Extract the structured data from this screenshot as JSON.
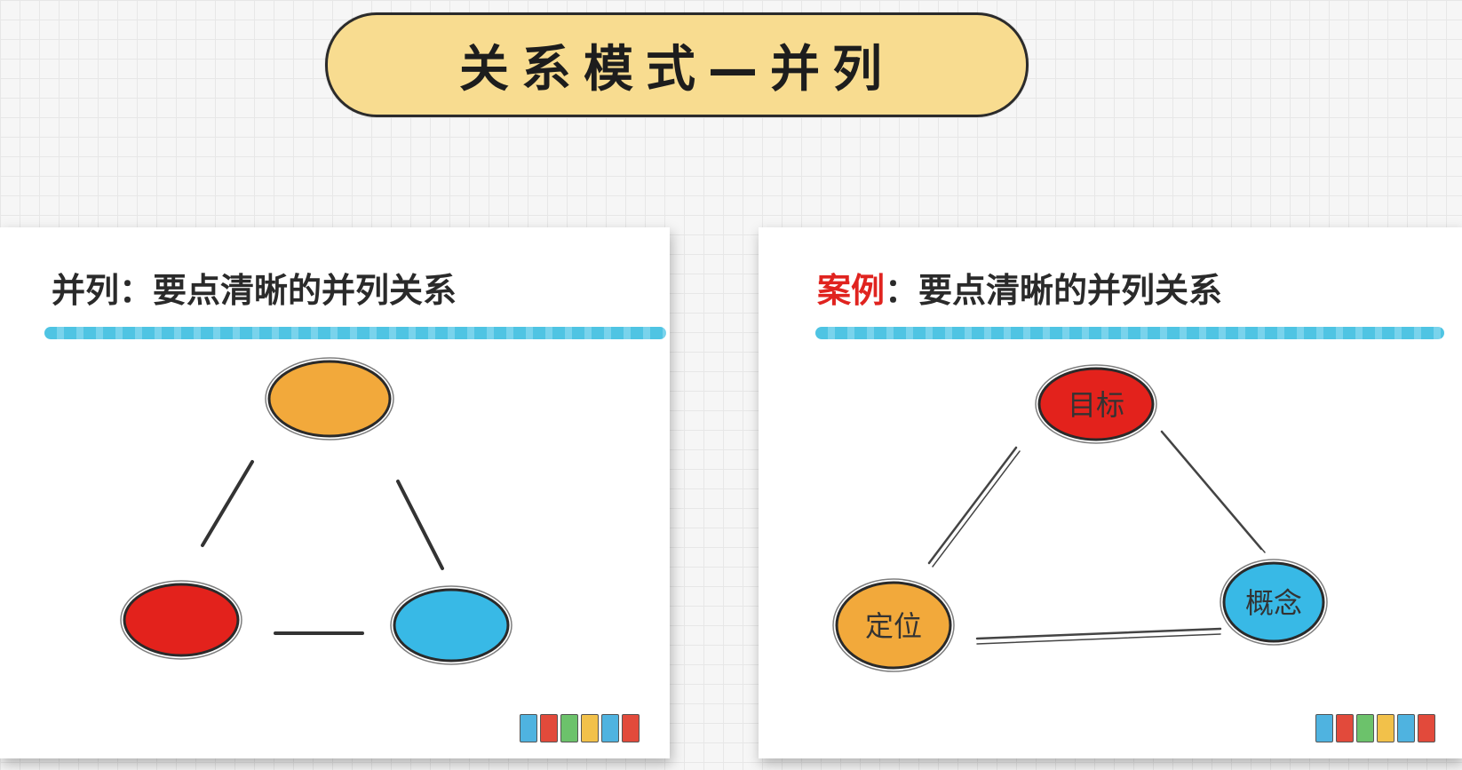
{
  "title": "关系模式—并列",
  "panels": [
    {
      "heading_prefix": "并列",
      "heading_sep": "：",
      "heading_rest": "要点清晰的并列关系",
      "nodes": [
        {
          "label": "",
          "color": "#f2a93b"
        },
        {
          "label": "",
          "color": "#e3221c"
        },
        {
          "label": "",
          "color": "#38b9e6"
        }
      ]
    },
    {
      "heading_prefix": "案例",
      "heading_sep": "：",
      "heading_rest": "要点清晰的并列关系",
      "nodes": [
        {
          "label": "目标",
          "color": "#e3221c"
        },
        {
          "label": "定位",
          "color": "#f2a93b"
        },
        {
          "label": "概念",
          "color": "#38b9e6"
        }
      ]
    }
  ],
  "colors": {
    "banner": "#f8dc90",
    "stripe": "#4fc4e3",
    "heading_accent": "#e0231f"
  }
}
